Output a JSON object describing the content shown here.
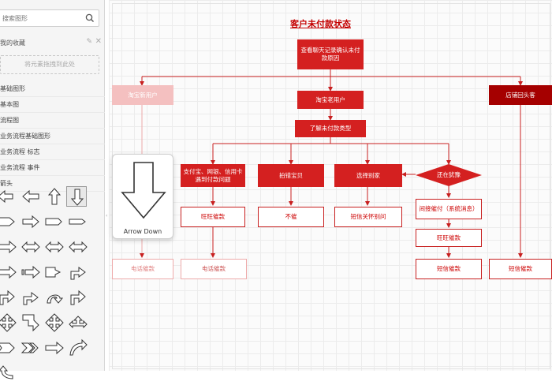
{
  "sidebar": {
    "search_placeholder": "搜索图形",
    "section_title": "我的收藏",
    "drop_hint": "将元素拖拽到此处",
    "categories": [
      "基础图形",
      "基本图",
      "流程图",
      "业务流程基础图形",
      "业务流程 标志",
      "业务流程 事件",
      "箭头"
    ],
    "preview_label": "Arrow Down"
  },
  "diagram": {
    "title": "客户未付款状态",
    "nodes": {
      "check": "查看聊天记录确认未付款原因",
      "taobao_new": "淘宝新用户",
      "taobao_old": "淘宝老用户",
      "shop_repeat": "店铺回头客",
      "learn_type": "了解未付款类型",
      "payment_issue": "支付宝、网银、信用卡遇到付款问题",
      "wrong_item": "拍错宝贝",
      "choose_other": "选择别家",
      "hesitate": "还在犹豫",
      "wangwang1": "旺旺催款",
      "no_urge": "不催",
      "sms_care": "短信关怀别问",
      "indirect": "间接催付（系统消息）",
      "wangwang2": "旺旺催款",
      "phone1": "电话催款",
      "phone2": "电话催款",
      "sms1": "短信催款",
      "sms2": "短信催款"
    }
  },
  "colors": {
    "accent_red": "#d42020",
    "dark_red": "#a50000",
    "pink": "#f4c0c0",
    "title_red": "#c40000"
  }
}
